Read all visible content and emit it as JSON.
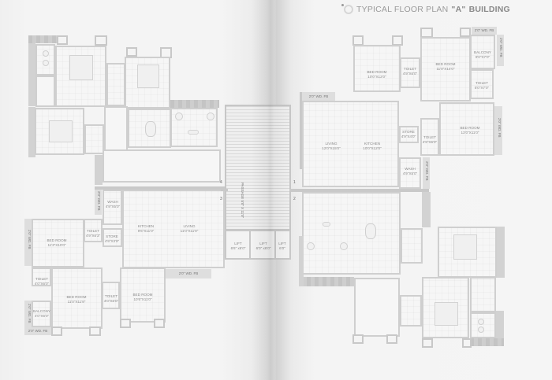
{
  "header": {
    "title_prefix": "TYPICAL FLOOR PLAN",
    "title_building": "\"A\"",
    "title_suffix": "BUILDING",
    "logo_icon": "company-logo-icon"
  },
  "core": {
    "staircase": {
      "name": "PASSAGE",
      "size": "5'0\" X 11'0\""
    },
    "lifts": [
      {
        "label": "LIFT",
        "size": "6'6\" x6'0\""
      },
      {
        "label": "LIFT",
        "size": "6'0\" x6'0\""
      },
      {
        "label": "LIFT",
        "size": "6'0\""
      }
    ],
    "flat_numbers": [
      "4",
      "3",
      "1",
      "2"
    ]
  },
  "flat_left": {
    "rooms": [
      {
        "name": "WASH",
        "size": "4'9\"X5'0\""
      },
      {
        "name": "KITCHEN",
        "size": "9'6\"X11'0\""
      },
      {
        "name": "LIVING",
        "size": "11'0\"X11'9\""
      },
      {
        "name": "TOILET",
        "size": "4'9\"X6'3\""
      },
      {
        "name": "STORE",
        "size": "4'9\"X3'9\""
      },
      {
        "name": "BED ROOM",
        "size": "11'3\"X10'0\""
      },
      {
        "name": "TOILET",
        "size": "4'0\"X6'0\""
      },
      {
        "name": "BED ROOM",
        "size": "11'0\"X11'9\""
      },
      {
        "name": "TOILET",
        "size": "4'0\"X6'0\""
      },
      {
        "name": "BED ROOM",
        "size": "10'6\"X11'0\""
      },
      {
        "name": "BALCONY",
        "size": "4'0\"X6'0\""
      }
    ],
    "ot_labels": [
      "2'0\" WD. FB",
      "2'0\" WD. FB",
      "2'0\" WD. FB",
      "2'0\" WD. FB"
    ]
  },
  "flat_right": {
    "rooms": [
      {
        "name": "BED ROOM",
        "size": "10'0\"X12'0\""
      },
      {
        "name": "TOILET",
        "size": "4'9\"X6'0\""
      },
      {
        "name": "BED ROOM",
        "size": "11'0\"X14'0\""
      },
      {
        "name": "BALCONY",
        "size": "9'0\"X7'0\""
      },
      {
        "name": "TOILET",
        "size": "5'0\"X7'0\""
      },
      {
        "name": "LIVING",
        "size": "12'0\"X15'0\""
      },
      {
        "name": "KITCHEN",
        "size": "10'0\"X12'0\""
      },
      {
        "name": "STORE",
        "size": "4'9\"X4'0\""
      },
      {
        "name": "TOILET",
        "size": "4'9\"X6'0\""
      },
      {
        "name": "BED ROOM",
        "size": "13'0\"X11'0\""
      },
      {
        "name": "WASH",
        "size": "4'9\"X5'0\""
      }
    ],
    "ot_labels": [
      "2'0\" WD. FB",
      "2'0\" WD. FB",
      "2'0\" WD. FB",
      "2'0\" WD. FB",
      "2'0\" WD. FB"
    ]
  }
}
